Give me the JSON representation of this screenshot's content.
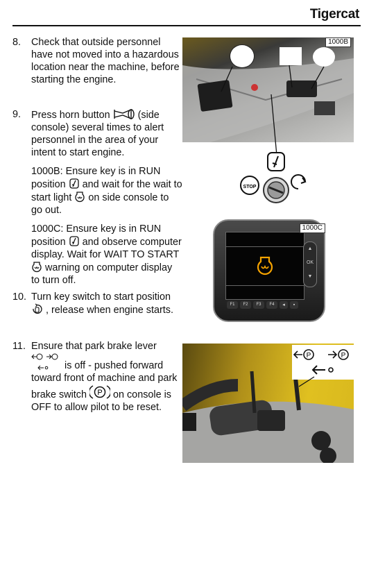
{
  "brand": "Tigercat",
  "steps": {
    "s8": {
      "num": "8.",
      "text": "Check that outside personnel have not moved into a hazardous location near the machine, before starting the engine."
    },
    "s9": {
      "num": "9.",
      "a": "Press horn button",
      "b": "(side console) several times to alert personnel in the area of your intent to start engine."
    },
    "n1000b": {
      "a": "1000B: Ensure key is in RUN position",
      "b": "and wait for the wait to start light",
      "c": "on side console to go out."
    },
    "n1000c": {
      "a": "1000C: Ensure key is in RUN position",
      "b": "and observe computer display. Wait for WAIT TO START",
      "c": "warning on computer display to turn off."
    },
    "s10": {
      "num": "10.",
      "a": "Turn key switch to start position",
      "b": ", release when engine starts."
    },
    "s11": {
      "num": "11.",
      "a": "Ensure that park brake lever",
      "b": "is off - pushed forward toward front of machine and park brake switch",
      "c": "on console is OFF to allow pilot to be reset."
    }
  },
  "figures": {
    "fig1": {
      "label": "1000B"
    },
    "fig2": {
      "stop": "STOP"
    },
    "fig3": {
      "label": "1000C",
      "fkeys": [
        "F1",
        "F2",
        "F3",
        "F4"
      ],
      "side": [
        "OK"
      ]
    },
    "fig4": {}
  },
  "icons": [
    "horn-icon",
    "key-run-icon",
    "wait-to-start-icon",
    "key-start-icon",
    "park-brake-lever-icon",
    "park-brake-switch-icon"
  ]
}
